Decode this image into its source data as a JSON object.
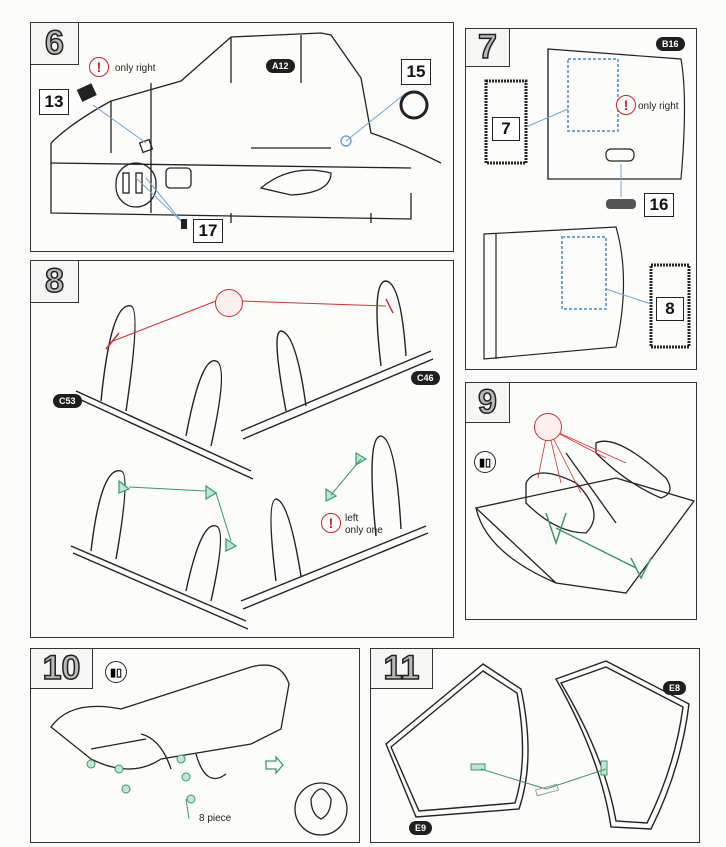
{
  "steps": {
    "s6": {
      "number": "6",
      "callouts": [
        "13",
        "15",
        "17"
      ],
      "badge": "A12",
      "note": "only right"
    },
    "s7": {
      "number": "7",
      "callouts": [
        "7",
        "16",
        "8"
      ],
      "badge": "B16",
      "note": "only right"
    },
    "s8": {
      "number": "8",
      "badges": [
        "C53",
        "C46"
      ],
      "note": "left\nonly one"
    },
    "s9": {
      "number": "9"
    },
    "s10": {
      "number": "10",
      "note": "8 piece"
    },
    "s11": {
      "number": "11",
      "badges": [
        "E8",
        "E9"
      ]
    }
  },
  "colors": {
    "green": "#3a9a6a",
    "red": "#cc3333",
    "blue": "#6fa8d6"
  },
  "icons": [
    "warning-icon",
    "glue-icon",
    "cement-symbol-icon",
    "arrow-icon"
  ]
}
